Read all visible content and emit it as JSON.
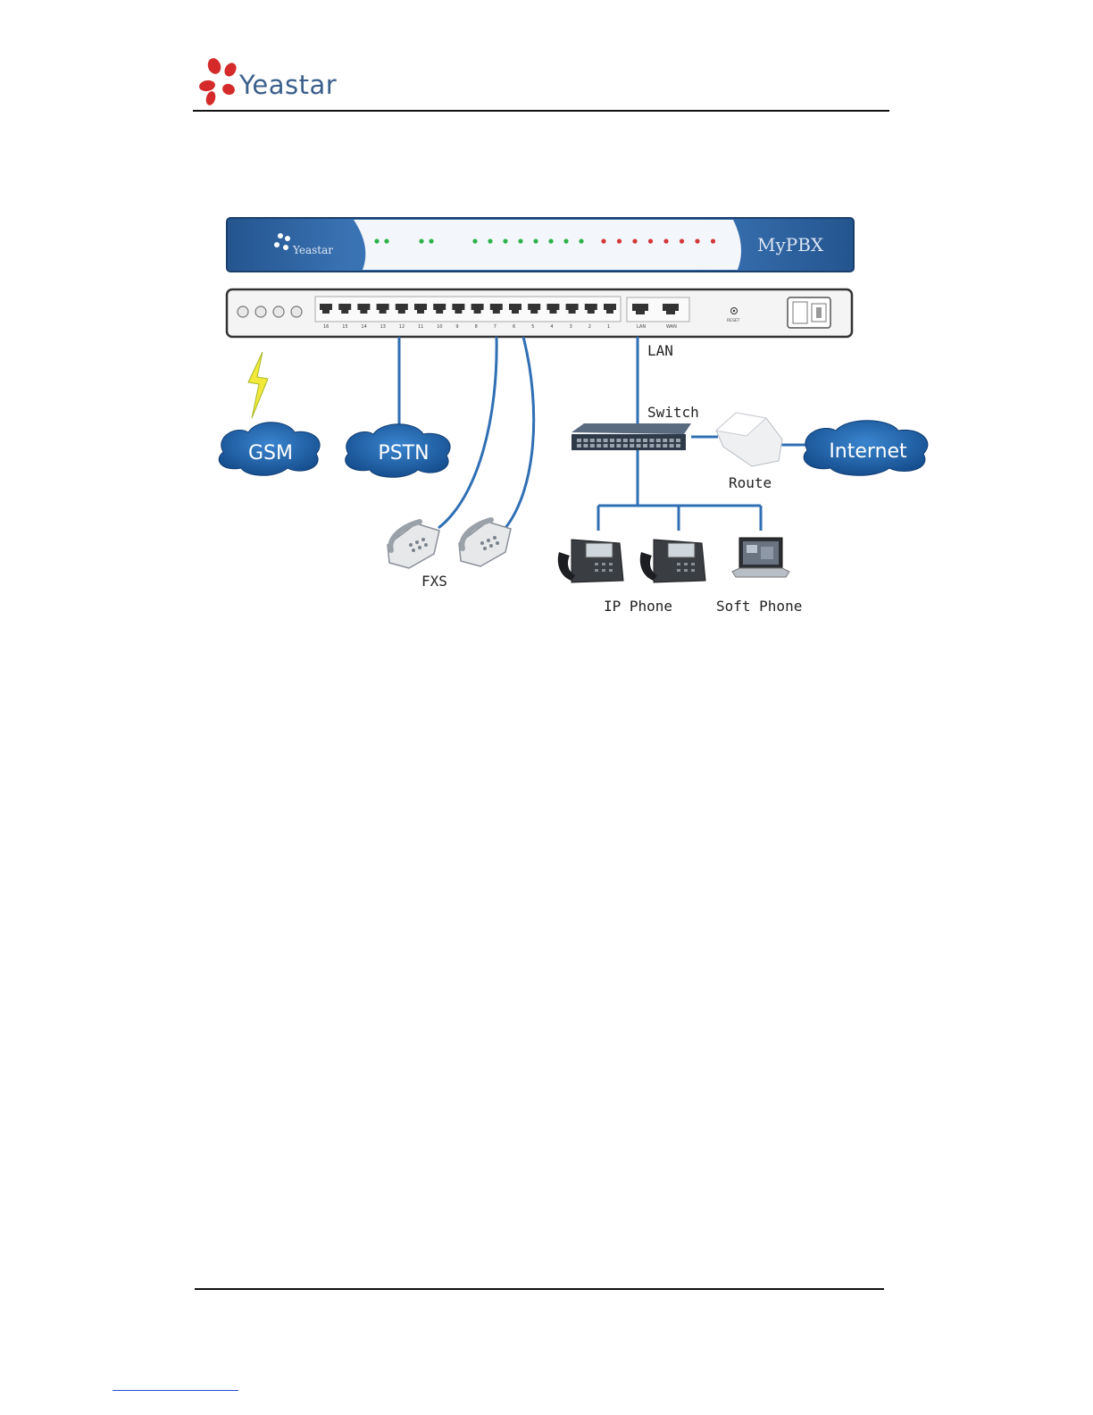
{
  "header": {
    "logo_text": "Yeastar",
    "brand_color": "#d42a2a",
    "text_color": "#3a5f8a"
  },
  "diagram": {
    "device": {
      "brand": "Yeastar",
      "model": "MyPBX",
      "panel_color": "#2b5e9e",
      "port_numbers": [
        "16",
        "15",
        "14",
        "13",
        "12",
        "11",
        "10",
        "9",
        "8",
        "7",
        "6",
        "5",
        "4",
        "3",
        "2",
        "1"
      ],
      "lan_port": "LAN",
      "wan_port": "WAN",
      "reset_label": "RESET"
    },
    "clouds": {
      "gsm": "GSM",
      "pstn": "PSTN",
      "internet": "Internet",
      "color": "#1f5fa8"
    },
    "labels": {
      "lan": "LAN",
      "switch": "Switch",
      "route": "Route",
      "fxs": "FXS",
      "ip_phone": "IP Phone",
      "soft_phone": "Soft Phone"
    },
    "line_color": "#2f6fb3"
  }
}
